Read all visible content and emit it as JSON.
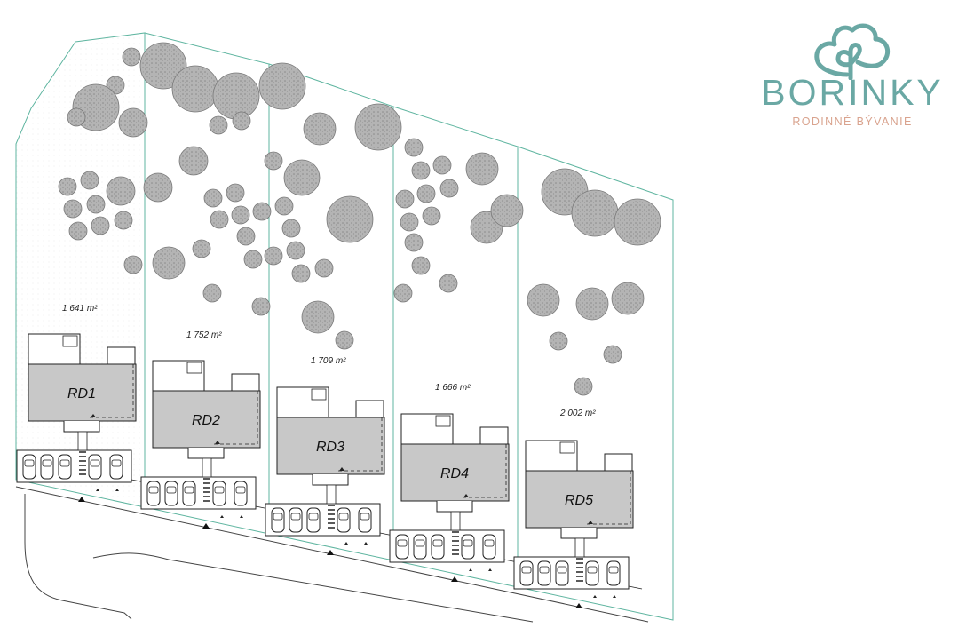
{
  "brand": {
    "name": "BORINKY",
    "tagline": "RODINNÉ BÝVANIE",
    "icon": "tree-cloud-icon",
    "color_primary": "#6aa8a4",
    "color_secondary": "#d9a38e"
  },
  "plots": [
    {
      "id": "RD1",
      "area": "1 641",
      "unit": "m²"
    },
    {
      "id": "RD2",
      "area": "1 752",
      "unit": "m²"
    },
    {
      "id": "RD3",
      "area": "1 709",
      "unit": "m²"
    },
    {
      "id": "RD4",
      "area": "1 666",
      "unit": "m²"
    },
    {
      "id": "RD5",
      "area": "2 002",
      "unit": "m²"
    }
  ],
  "colors": {
    "boundary": "#5fb5a0",
    "house_fill": "#c8c8c8",
    "tree_fill": "#b4b4b4"
  }
}
